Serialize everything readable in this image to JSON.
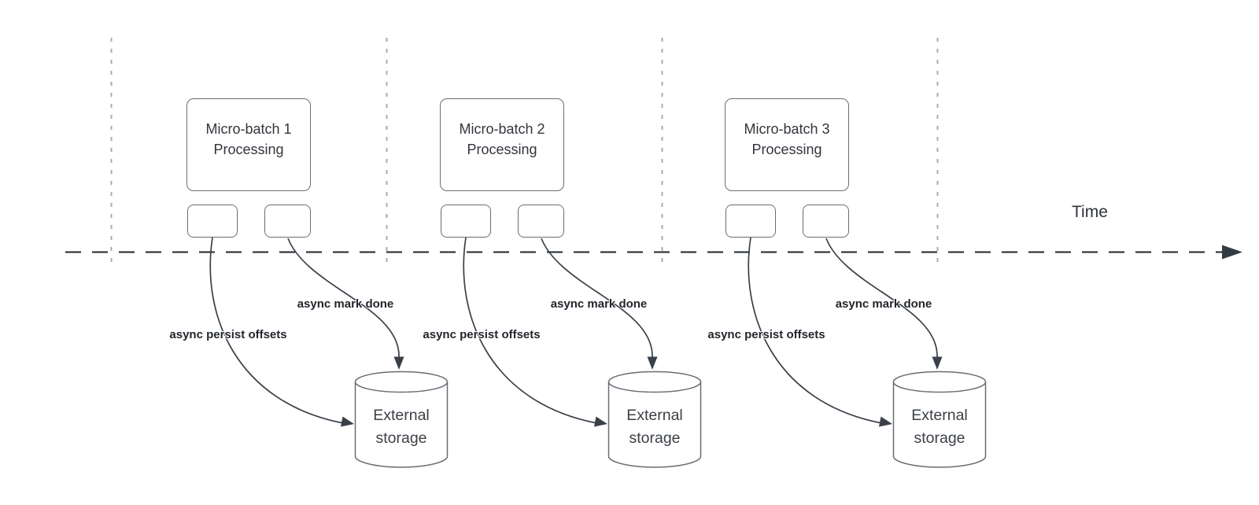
{
  "diagram": {
    "time_axis_label": "Time",
    "groups": [
      {
        "title_line1": "Micro-batch 1",
        "title_line2": "Processing",
        "persist_label": "async persist offsets",
        "done_label": "async mark done",
        "storage_line1": "External",
        "storage_line2": "storage"
      },
      {
        "title_line1": "Micro-batch 2",
        "title_line2": "Processing",
        "persist_label": "async persist offsets",
        "done_label": "async mark done",
        "storage_line1": "External",
        "storage_line2": "storage"
      },
      {
        "title_line1": "Micro-batch 3",
        "title_line2": "Processing",
        "persist_label": "async persist offsets",
        "done_label": "async mark done",
        "storage_line1": "External",
        "storage_line2": "storage"
      }
    ],
    "colors": {
      "connector": "#3a4049",
      "time_axis": "#20242a",
      "guide_line": "#ababab",
      "shape_border": "#696e75",
      "text": "#32363c",
      "label_text": "#22262c",
      "background": "#ffffff"
    }
  }
}
